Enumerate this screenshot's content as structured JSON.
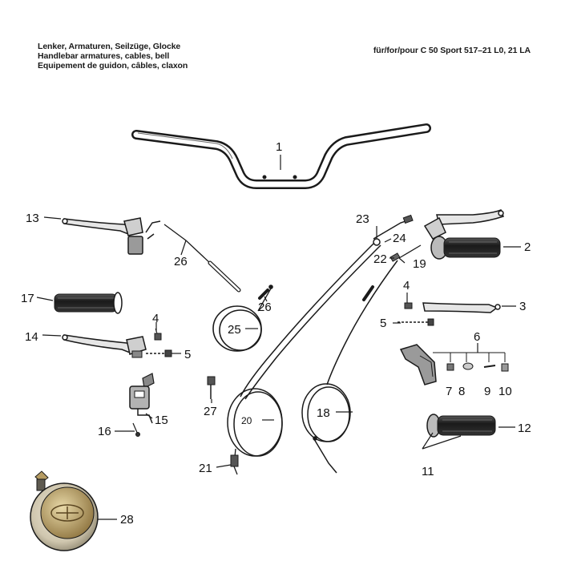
{
  "header": {
    "title_de": "Lenker, Armaturen, Seilzüge, Glocke",
    "title_en": "Handlebar armatures, cables, bell",
    "title_fr": "Equipement de guidon, câbles, claxon",
    "model": "für/for/pour C 50 Sport 517–21 L0, 21 LA"
  },
  "parts": {
    "p1": "1",
    "p2": "2",
    "p3": "3",
    "p4a": "4",
    "p4b": "4",
    "p5a": "5",
    "p5b": "5",
    "p6": "6",
    "p7": "7",
    "p8": "8",
    "p9": "9",
    "p10": "10",
    "p11": "11",
    "p12": "12",
    "p13": "13",
    "p14": "14",
    "p15": "15",
    "p16": "16",
    "p17": "17",
    "p18": "18",
    "p19": "19",
    "p20": "20",
    "p21": "21",
    "p22": "22",
    "p23": "23",
    "p24": "24",
    "p25": "25",
    "p26a": "26",
    "p26b": "26",
    "p27": "27",
    "p28": "28"
  },
  "colors": {
    "ink": "#1a1a1a",
    "bell_chrome": "#d9d2bf",
    "bell_gold": "#b59b62"
  }
}
